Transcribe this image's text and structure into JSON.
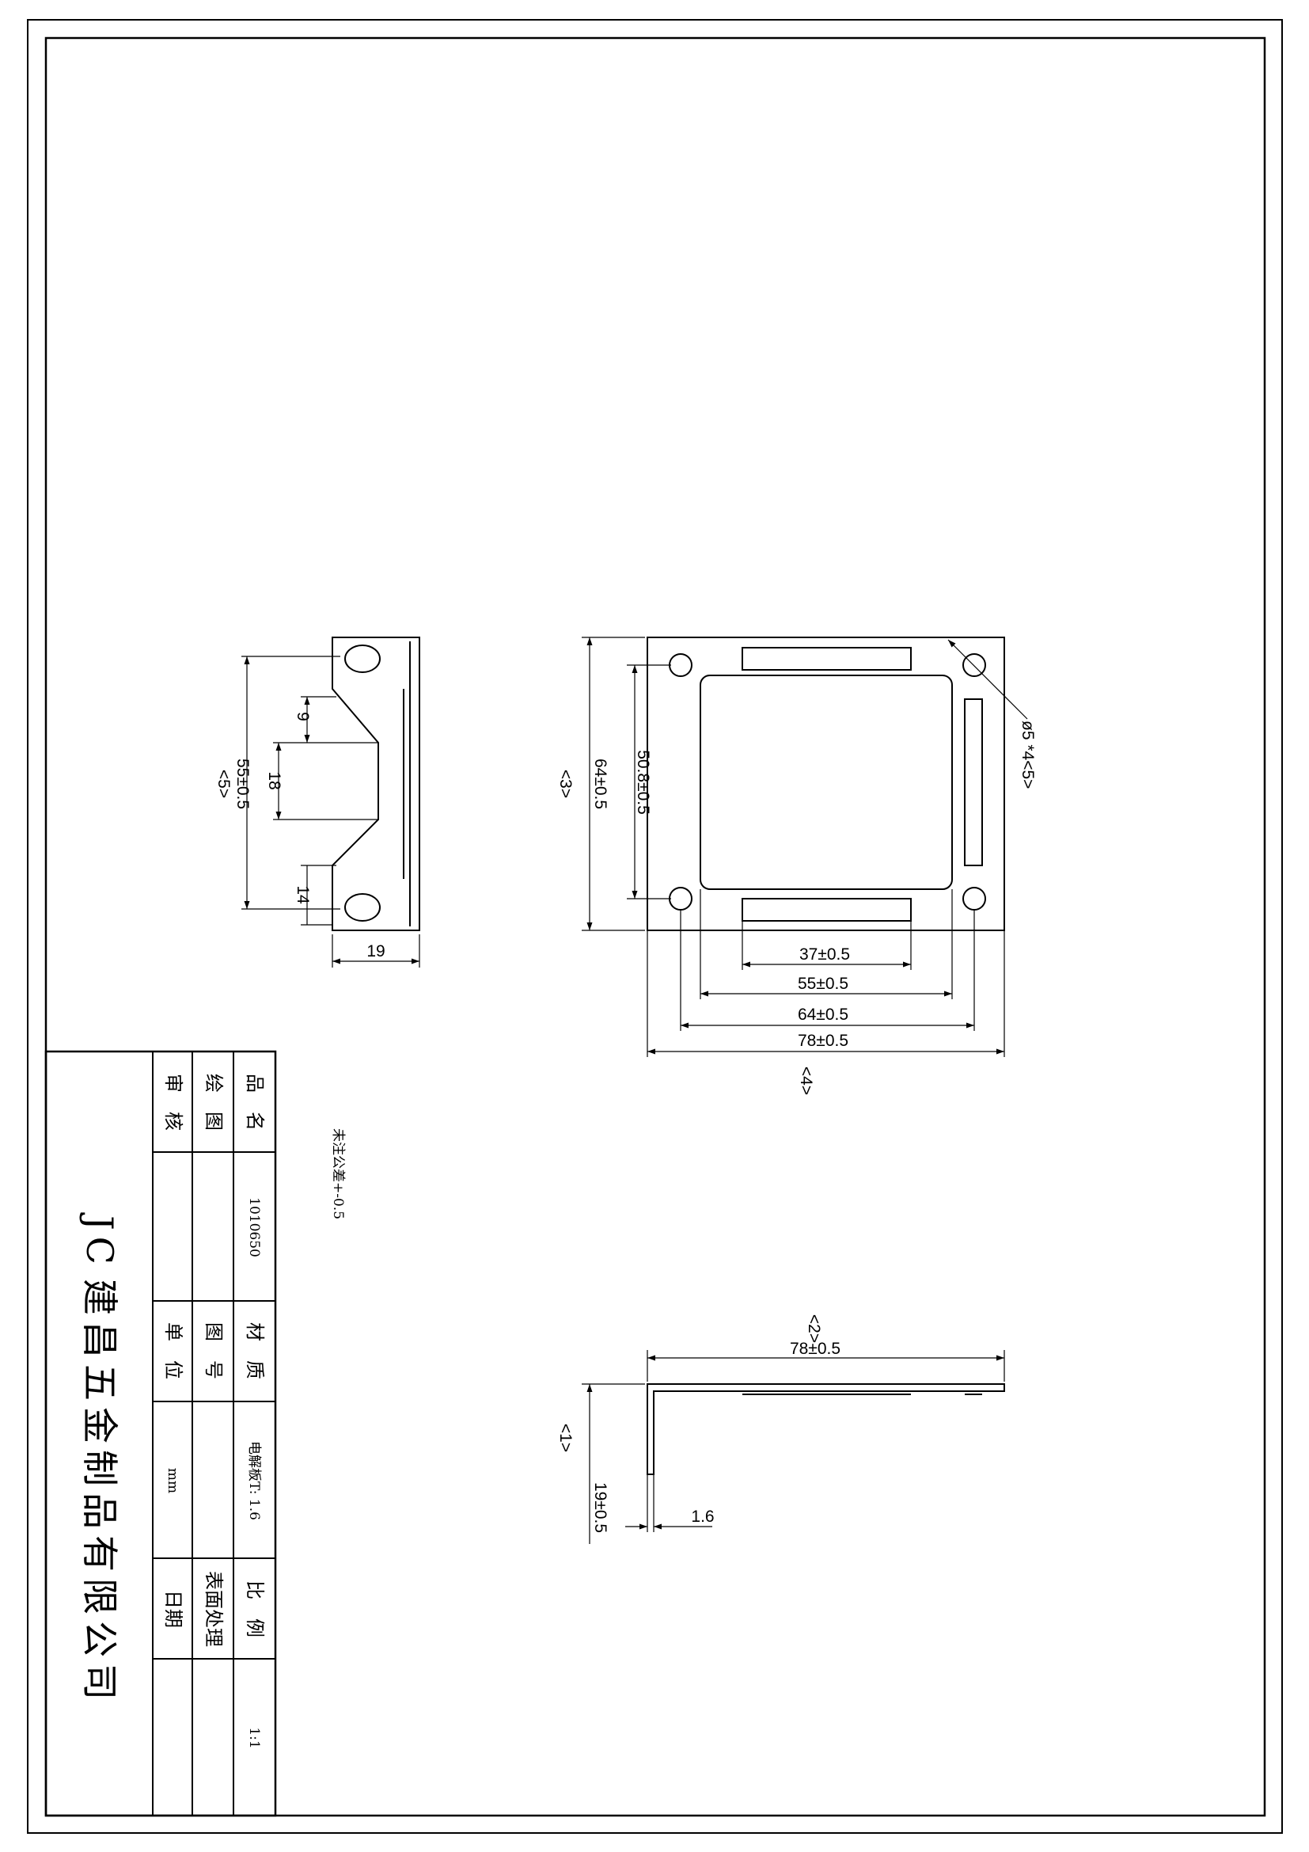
{
  "title_block": {
    "company_prefix": "JC",
    "company_name": "建昌五金制品有限公司",
    "labels": {
      "product_name": "品　名",
      "drawn_by": "绘　图",
      "checked_by": "审　核",
      "material": "材　质",
      "drawing_no": "图　号",
      "unit": "单　位",
      "scale": "比　例",
      "surface": "表面处理",
      "date": "日期"
    },
    "values": {
      "product_name": "1010650",
      "material": "电解板T: 1.6",
      "unit": "mm",
      "scale": "1:1",
      "drawn_by": "",
      "checked_by": "",
      "drawing_no": "",
      "surface": "",
      "date": ""
    }
  },
  "note": "未注公差+-0.5",
  "side_view": {
    "dims": {
      "overall": "55±0.5",
      "overall_ref": "<5>",
      "top": "9",
      "mid": "18",
      "bottom": "14",
      "width": "19"
    }
  },
  "top_view": {
    "dims": {
      "height_outer": "64±0.5",
      "height_outer_ref": "<3>",
      "height_inner": "50.8±0.5",
      "hole": "ø5 *4<5>",
      "w_slot": "37±0.5",
      "w_window": "55±0.5",
      "w_holes": "64±0.5",
      "w_overall": "78±0.5",
      "w_overall_ref": "<4>"
    }
  },
  "front_view": {
    "dims": {
      "length_ref": "<2>",
      "length": "78±0.5",
      "height_ref": "<1>",
      "height": "19±0.5",
      "thickness": "1.6"
    }
  }
}
